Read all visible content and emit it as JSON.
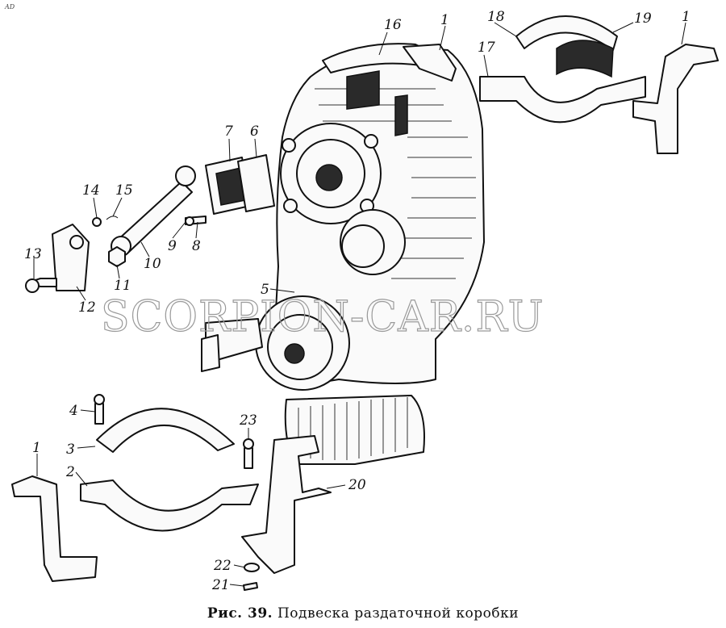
{
  "corner_mark": "AD",
  "watermark": "SCORPION-CAR.RU",
  "caption": {
    "figure_number": "Рис. 39.",
    "text": "Подвеска раздаточной коробки"
  },
  "callouts": {
    "c1a": "1",
    "c1b": "1",
    "c1c": "1",
    "c2": "2",
    "c3": "3",
    "c4": "4",
    "c5": "5",
    "c6": "6",
    "c7": "7",
    "c8": "8",
    "c9": "9",
    "c10": "10",
    "c11": "11",
    "c12": "12",
    "c13": "13",
    "c14": "14",
    "c15": "15",
    "c16": "16",
    "c17": "17",
    "c18": "18",
    "c19": "19",
    "c20": "20",
    "c21": "21",
    "c22": "22",
    "c23": "23"
  }
}
